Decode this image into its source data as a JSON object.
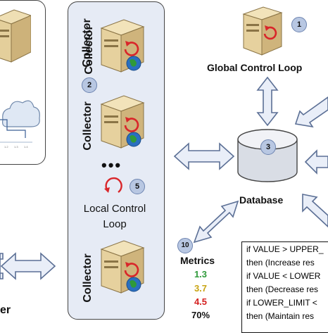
{
  "colors": {
    "panel_fill": "#e6ebf5",
    "panel_border": "#444444",
    "arrow_fill": "#e9eef8",
    "arrow_stroke": "#5b6f95",
    "badge_fill": "#b8c7e2",
    "loop_red": "#d9262a",
    "metric_green": "#2f9a3a",
    "metric_yellow": "#c9a413",
    "metric_red": "#d42020",
    "metric_black": "#111111"
  },
  "collector_panel": {
    "collector_labels": [
      "Collector",
      "Collector",
      "Collector",
      "Collector"
    ],
    "ellipsis": "•••",
    "local_loop_label": "Local Control\nLoop",
    "badges": [
      "2",
      "5"
    ]
  },
  "global_loop": {
    "label": "Global Control Loop",
    "badge": "1"
  },
  "database": {
    "label": "Database",
    "badge": "3"
  },
  "metrics": {
    "title": "Metrics",
    "badge": "10",
    "values": [
      "1.3",
      "3.7",
      "4.5",
      "70%"
    ]
  },
  "rules": {
    "lines": [
      "if VALUE > UPPER_",
      "then (Increase res",
      "if VALUE < LOWER",
      "then (Decrease res",
      "if LOWER_LIMIT <",
      "then (Maintain res"
    ]
  },
  "left_partial_label": "er",
  "icons": [
    "server-icon",
    "globe-icon",
    "loop-arrow-icon",
    "cloud-icon",
    "database-icon",
    "double-arrow-icon"
  ]
}
